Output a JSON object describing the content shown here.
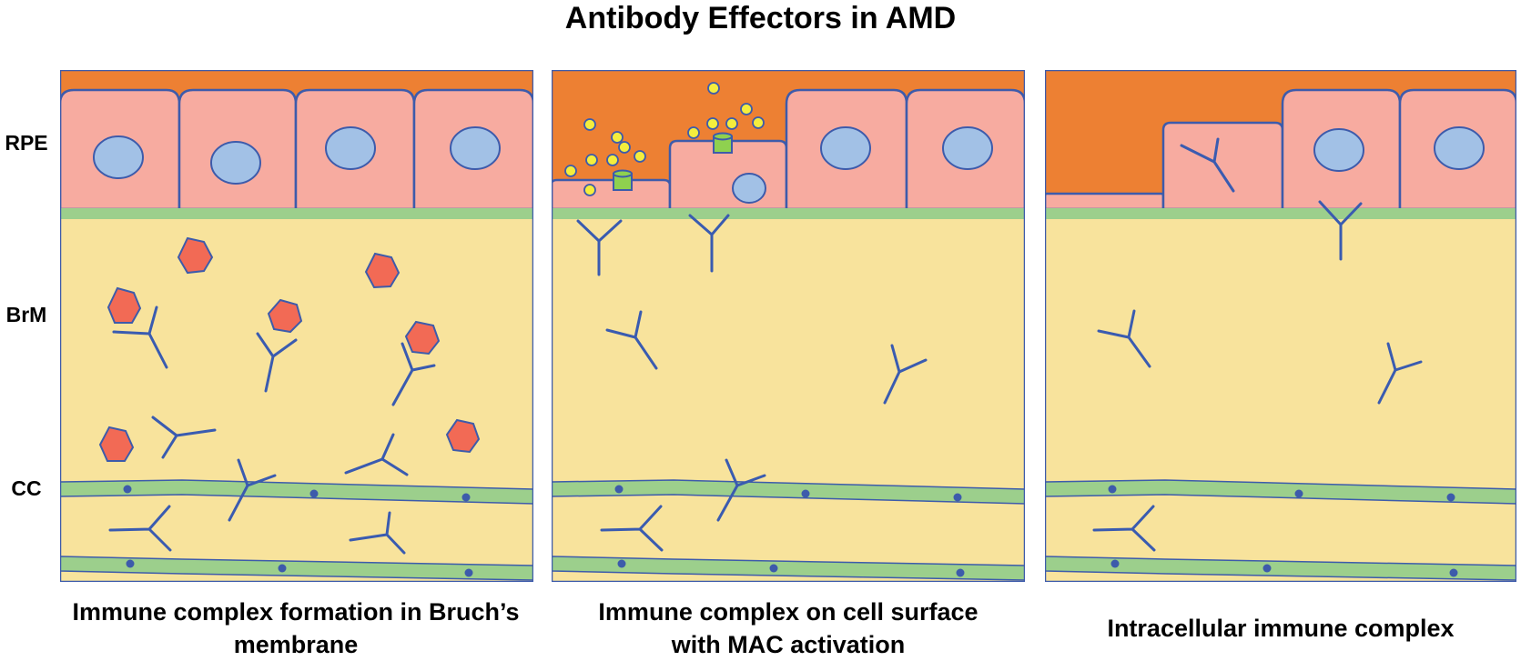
{
  "title": "Antibody Effectors in AMD",
  "row_labels": {
    "rpe": "RPE",
    "brm": "BrM",
    "cc": "CC"
  },
  "panels": [
    {
      "caption": "Immune complex formation in Bruch’s membrane"
    },
    {
      "caption": "Immune complex on cell surface with MAC activation"
    },
    {
      "caption": "Intracellular immune complex"
    }
  ],
  "colors": {
    "sub_retinal": "#ed8033",
    "rpe_cell": "#f7aba0",
    "nucleus": "#a2c1e6",
    "bruchs_membrane_line": "#9ccf8c",
    "bruchs_membrane_fill": "#f8e39c",
    "vessel": "#9ccf8c",
    "antigen": "#f26a55",
    "antibody": "#3a5bb0",
    "mac_pore": "#8fd14f",
    "complement_particle": "#f4ee3d",
    "outline": "#3d5bab"
  }
}
